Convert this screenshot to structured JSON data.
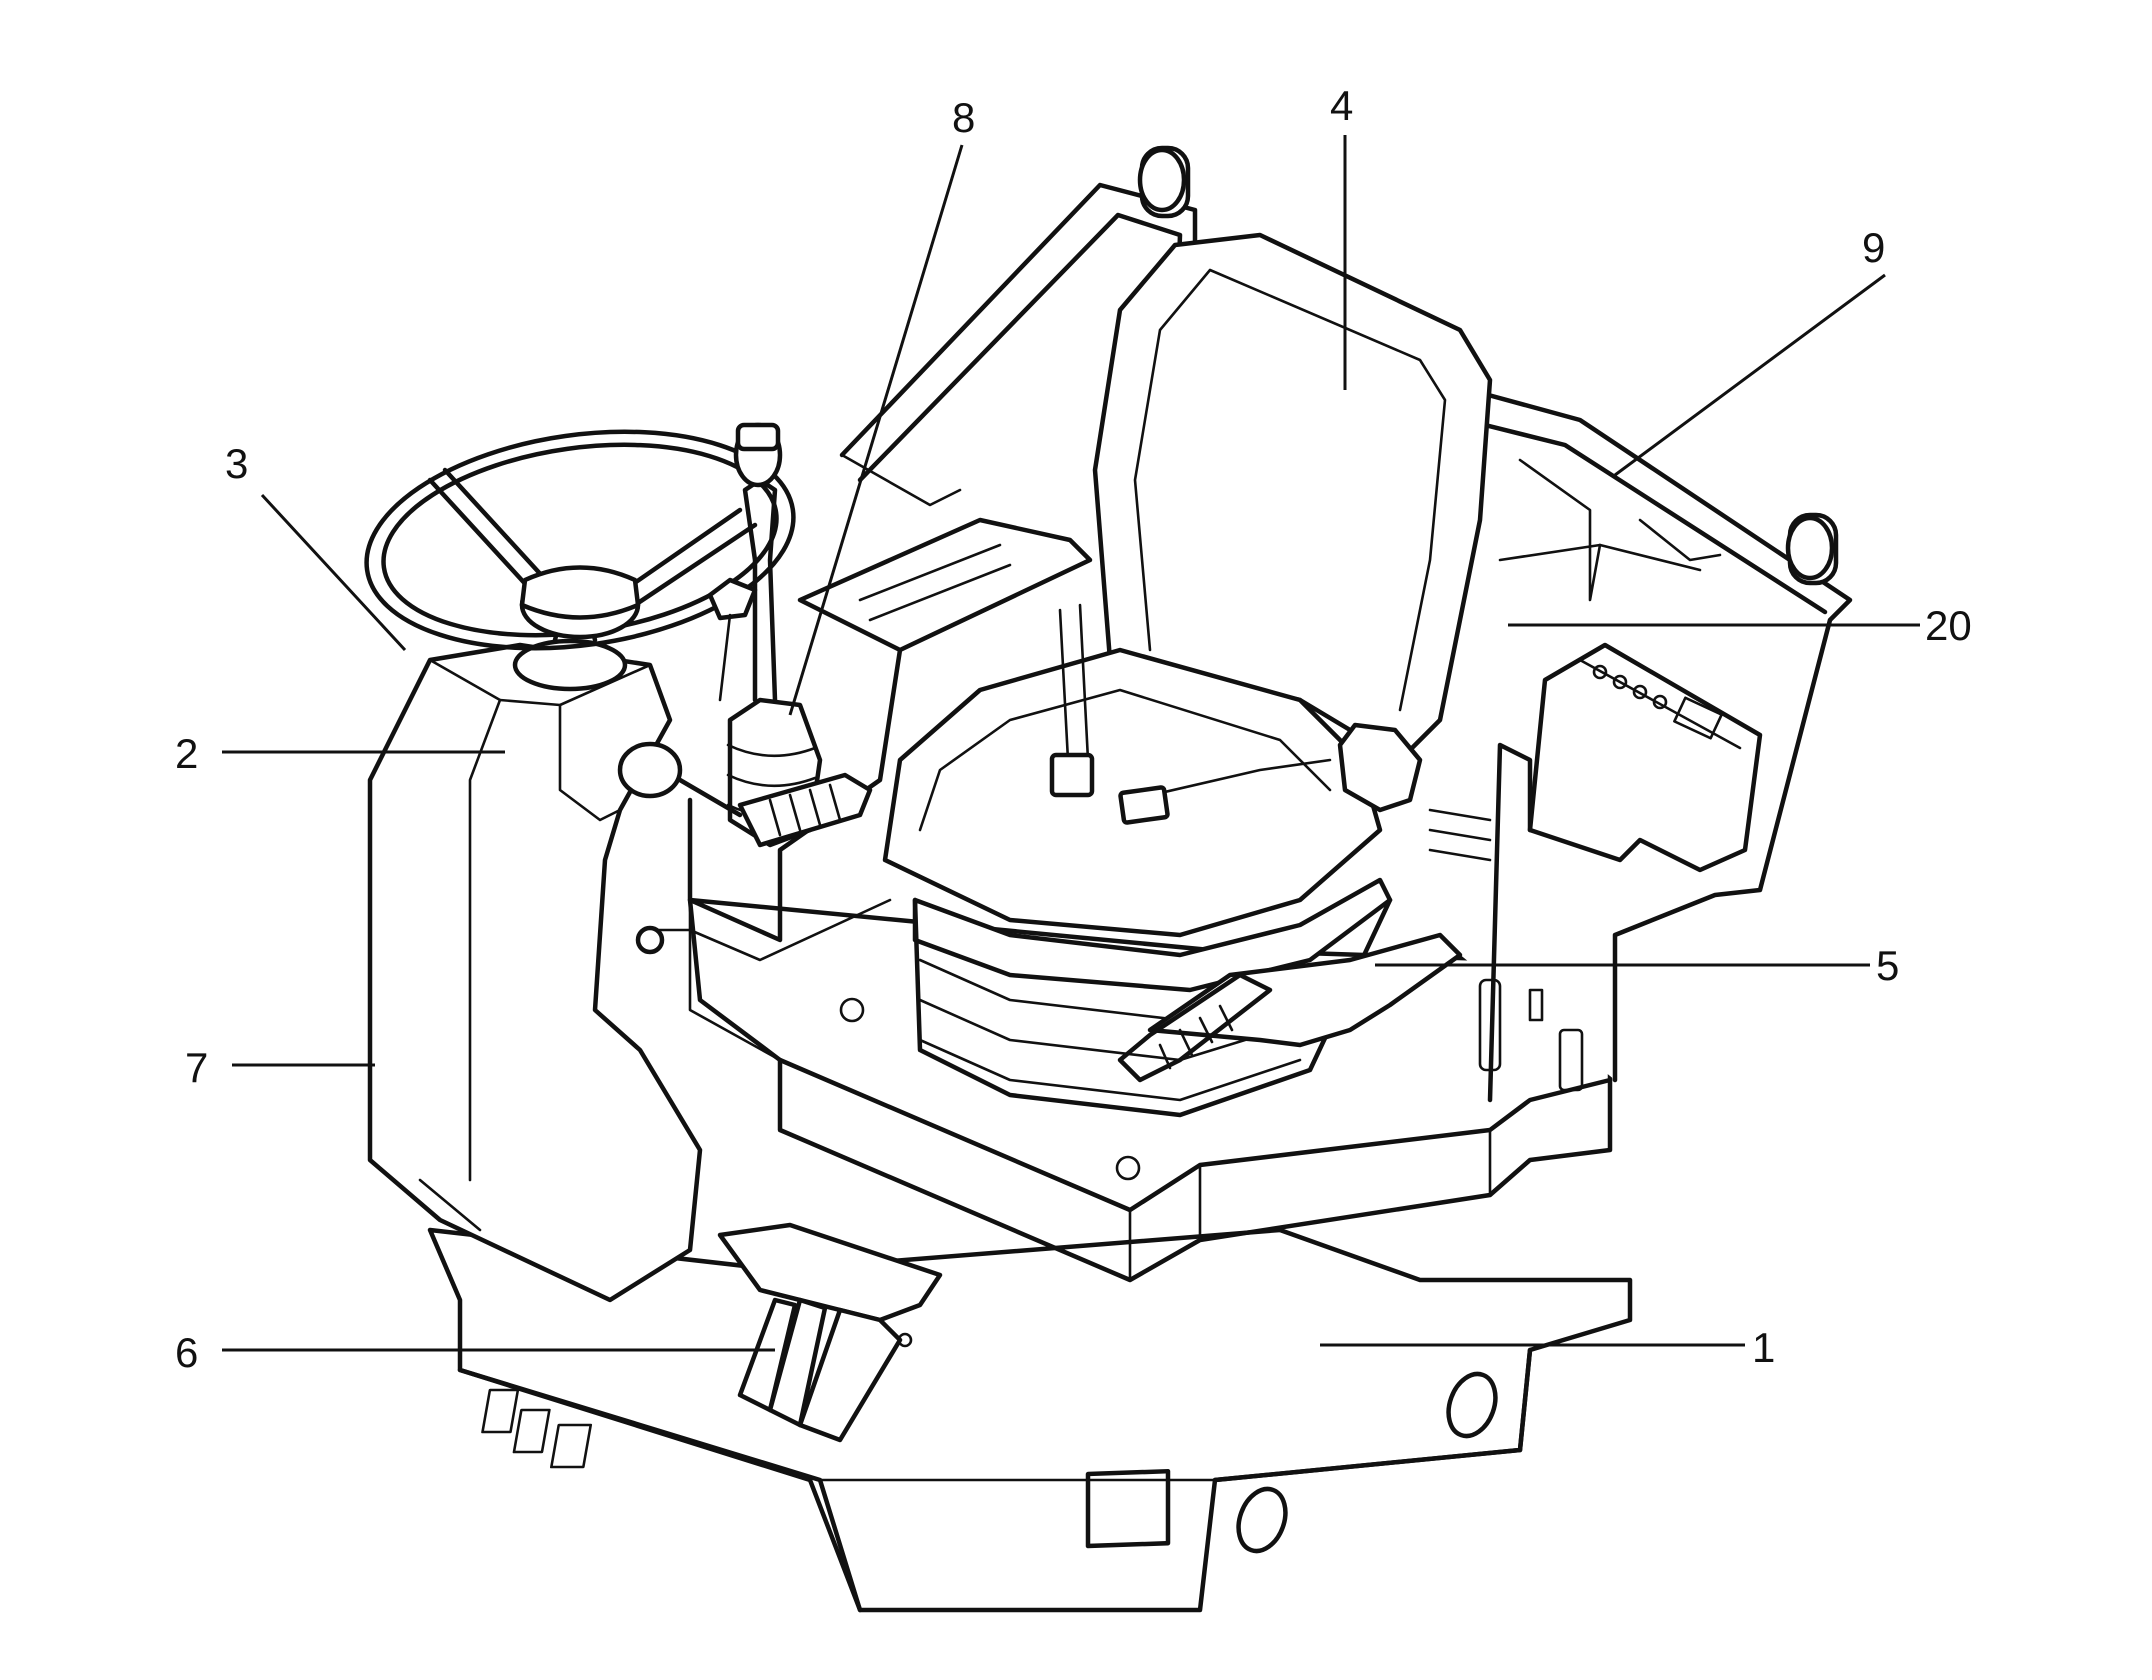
{
  "callouts": [
    {
      "id": "c1",
      "label": "1"
    },
    {
      "id": "c2",
      "label": "2"
    },
    {
      "id": "c3",
      "label": "3"
    },
    {
      "id": "c4",
      "label": "4"
    },
    {
      "id": "c5",
      "label": "5"
    },
    {
      "id": "c6",
      "label": "6"
    },
    {
      "id": "c7",
      "label": "7"
    },
    {
      "id": "c8",
      "label": "8"
    },
    {
      "id": "c9",
      "label": "9"
    },
    {
      "id": "c20",
      "label": "20"
    }
  ]
}
